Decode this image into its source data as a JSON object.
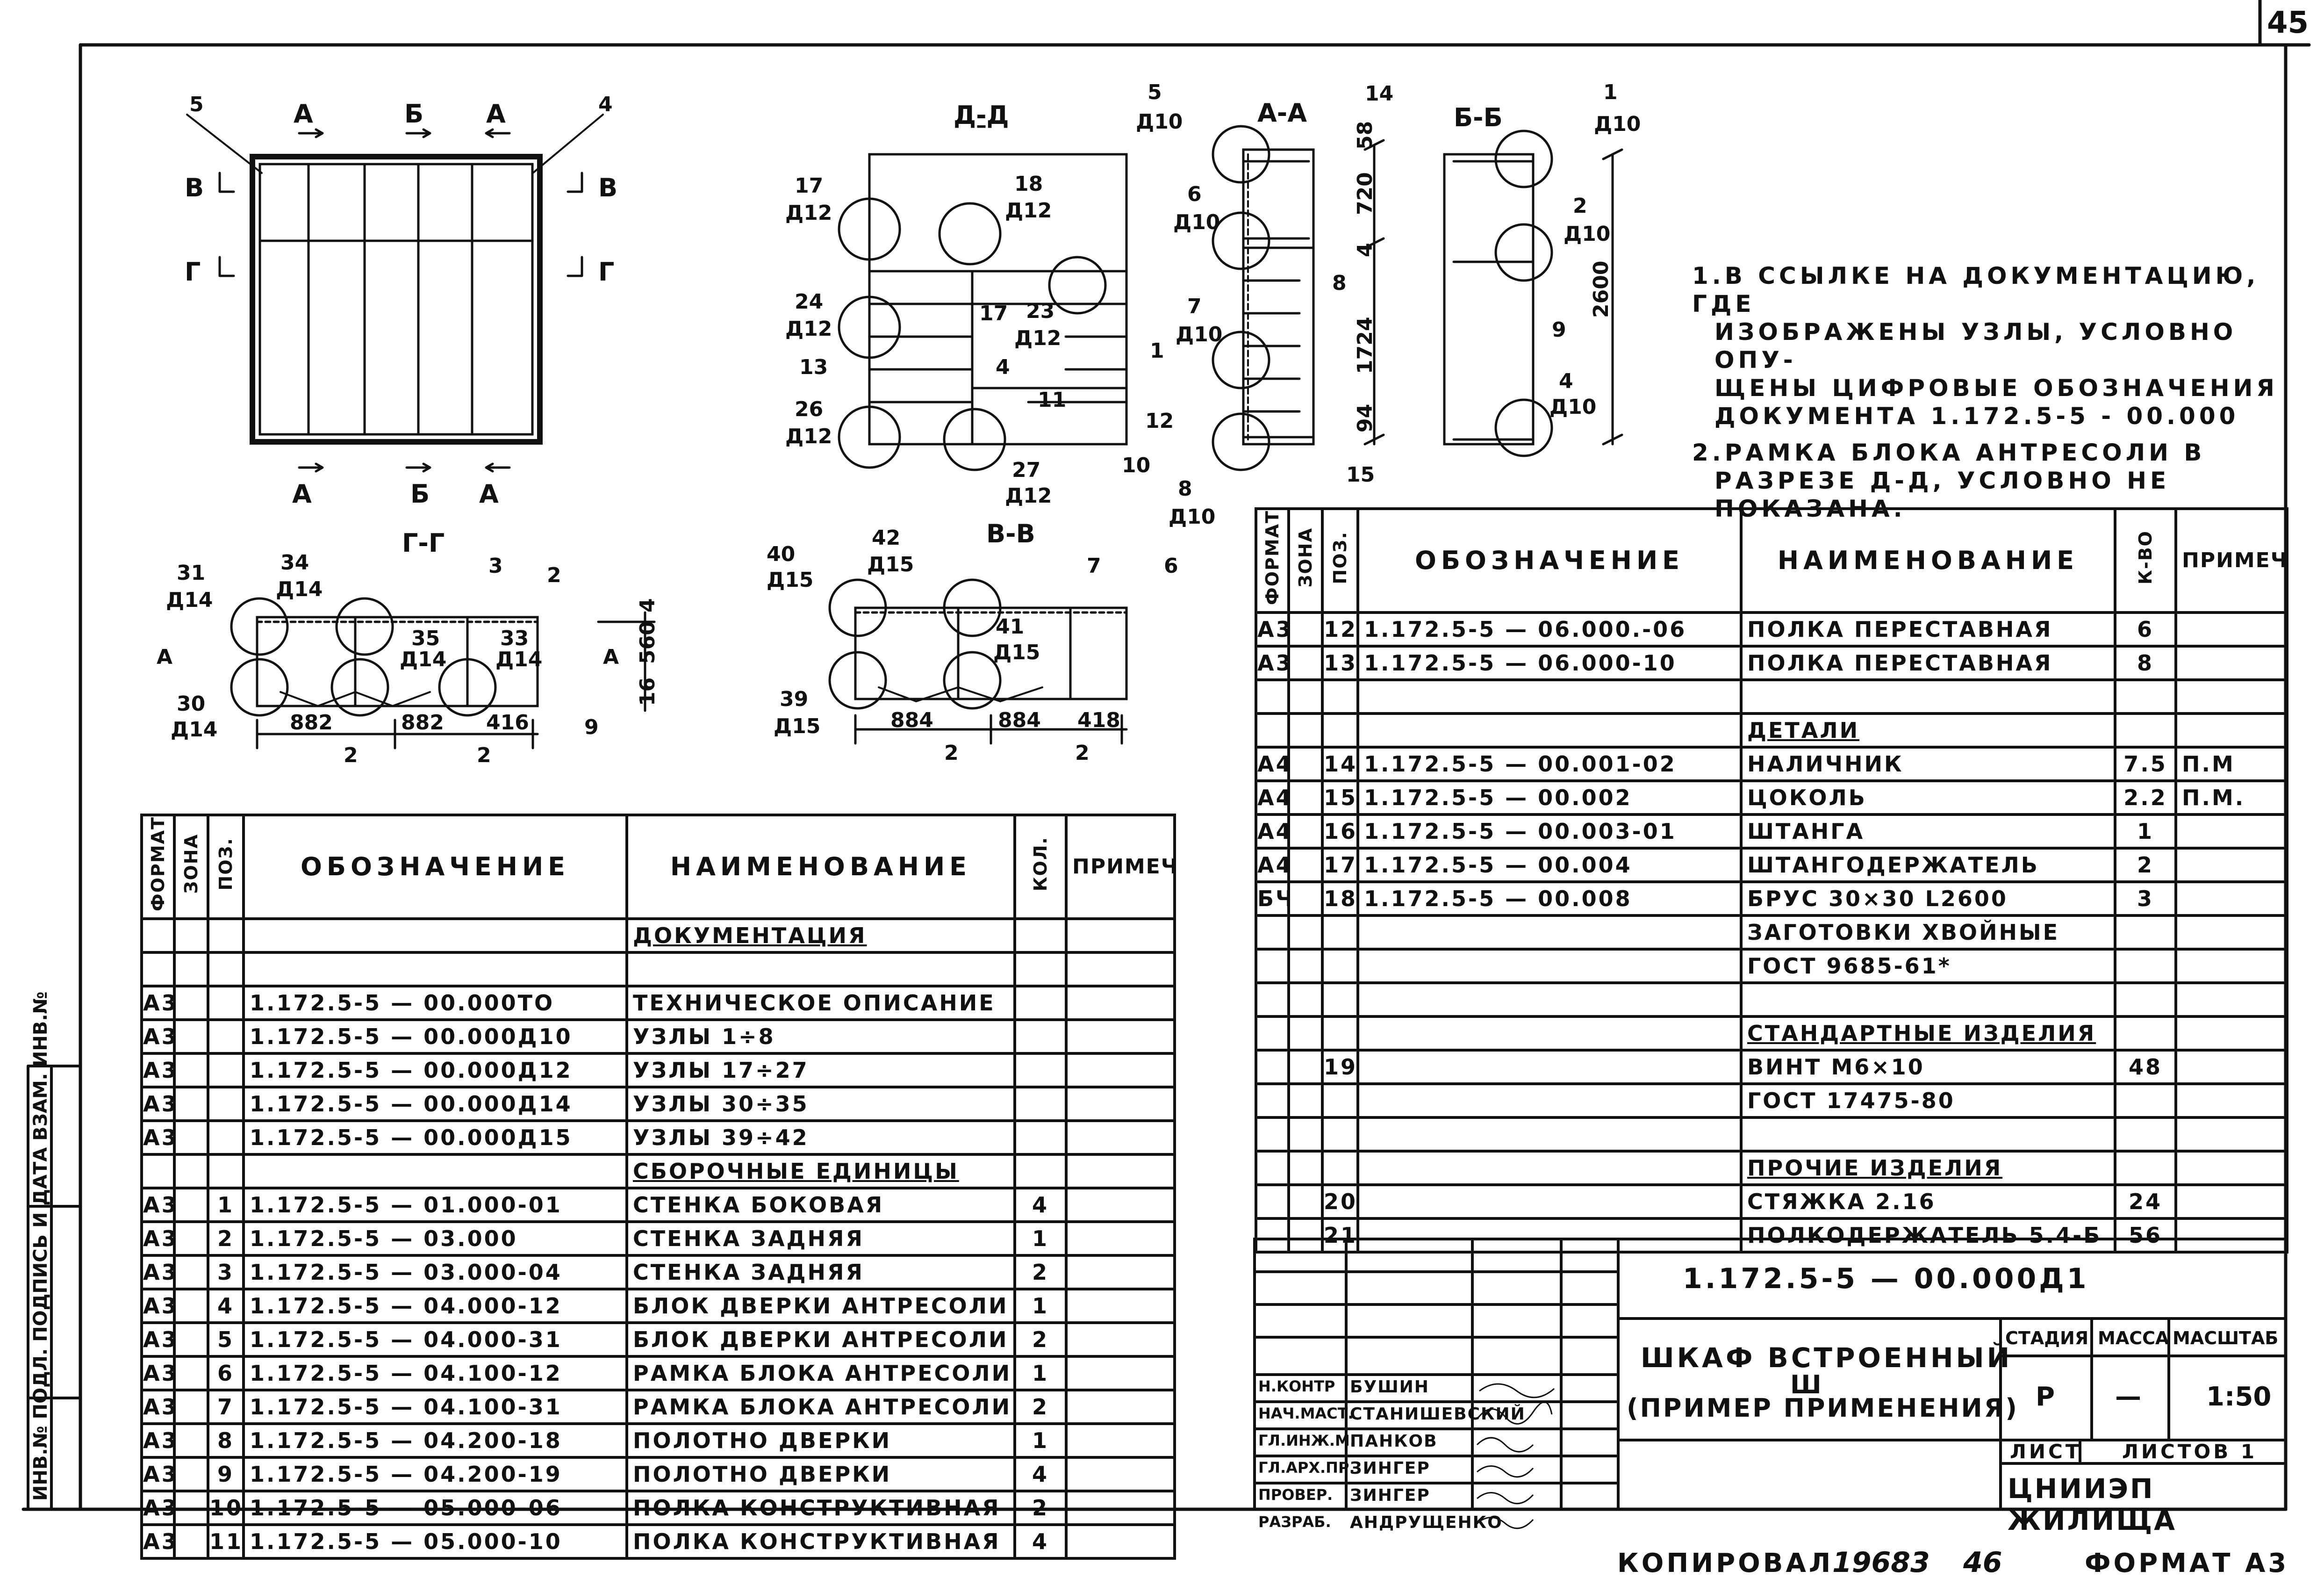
{
  "sheet_number": "45",
  "notes": [
    "1.В ССЫЛКЕ НА ДОКУМЕНТАЦИЮ, ГДЕ ИЗОБРАЖЕНЫ УЗЛЫ, УСЛОВНО ОПУЩЕНЫ ЦИФРОВЫЕ ОБОЗНАЧЕНИЯ ДОКУМЕНТА 1.172.5-5 - 00.000",
    "2.РАМКА БЛОКА АНТРЕСОЛИ В РАЗРЕЗЕ Д-Д, УСЛОВНО НЕ ПОКАЗАНА."
  ],
  "notes_lines": [
    "1.В ССЫЛКЕ НА ДОКУМЕНТАЦИЮ, ГДЕ",
    "ИЗОБРАЖЕНЫ УЗЛЫ, УСЛОВНО ОПУ-",
    "ЩЕНЫ ЦИФРОВЫЕ ОБОЗНАЧЕНИЯ",
    "ДОКУМЕНТА 1.172.5-5 - 00.000",
    "2.РАМКА БЛОКА АНТРЕСОЛИ В",
    "РАЗРЕЗЕ Д-Д, УСЛОВНО НЕ",
    "ПОКАЗАНА."
  ],
  "views": {
    "dd": "Д-Д",
    "aa": "А-А",
    "bb": "Б-Б",
    "gg": "Г-Г",
    "vv": "В-В",
    "cut_a": "А",
    "cut_b": "Б",
    "cut_v": "В",
    "cut_g": "Г"
  },
  "dimensions": {
    "gg": [
      "882",
      "882",
      "416",
      "560",
      "4",
      "16",
      "2",
      "2"
    ],
    "vv": [
      "884",
      "884",
      "418",
      "2",
      "2"
    ],
    "aa": [
      "58",
      "720",
      "4",
      "1724",
      "94"
    ],
    "bb": [
      "2600"
    ]
  },
  "callouts": {
    "dd": [
      {
        "n": "17",
        "d": "Д12"
      },
      {
        "n": "18",
        "d": "Д12"
      },
      {
        "n": "24",
        "d": "Д12"
      },
      {
        "n": "23",
        "d": "Д12"
      },
      {
        "n": "26",
        "d": "Д12"
      },
      {
        "n": "27",
        "d": "Д12"
      }
    ],
    "aa": [
      {
        "n": "5",
        "d": "Д10"
      },
      {
        "n": "6",
        "d": "Д10"
      },
      {
        "n": "7",
        "d": "Д10"
      },
      {
        "n": "8",
        "d": "Д10"
      }
    ],
    "bb": [
      {
        "n": "1",
        "d": "Д10"
      },
      {
        "n": "2",
        "d": "Д10"
      },
      {
        "n": "4",
        "d": "Д10"
      }
    ],
    "gg": [
      {
        "n": "31",
        "d": "Д14"
      },
      {
        "n": "34",
        "d": "Д14"
      },
      {
        "n": "35",
        "d": "Д14"
      },
      {
        "n": "33",
        "d": "Д14"
      },
      {
        "n": "30",
        "d": "Д14"
      }
    ],
    "vv": [
      {
        "n": "40",
        "d": "Д15"
      },
      {
        "n": "42",
        "d": "Д15"
      },
      {
        "n": "41",
        "d": "Д15"
      },
      {
        "n": "39",
        "d": "Д15"
      }
    ],
    "positions": {
      "front": [
        "5",
        "4"
      ],
      "dd": [
        "17",
        "4",
        "1",
        "13",
        "11",
        "12",
        "10"
      ],
      "aa": [
        "14",
        "8",
        "15"
      ],
      "bb": [
        "9"
      ],
      "gg": [
        "3",
        "2",
        "9"
      ],
      "vv": [
        "7",
        "6"
      ]
    }
  },
  "spec_header": {
    "format": "ФОРМАТ",
    "zone": "ЗОНА",
    "pos": "ПОЗ.",
    "designation": "ОБОЗНАЧЕНИЕ",
    "name": "НАИМЕНОВАНИЕ",
    "qty_left": "КОЛ.",
    "qty_right": "К-ВО",
    "note": "ПРИМЕЧ."
  },
  "spec_left": [
    {
      "fmt": "",
      "zone": "",
      "pos": "",
      "des": "",
      "name": "ДОКУМЕНТАЦИЯ",
      "qty": "",
      "note": "",
      "section": true
    },
    {
      "fmt": "",
      "zone": "",
      "pos": "",
      "des": "",
      "name": "",
      "qty": "",
      "note": ""
    },
    {
      "fmt": "А3",
      "zone": "",
      "pos": "",
      "des": "1.172.5-5 — 00.000ТО",
      "name": "ТЕХНИЧЕСКОЕ ОПИСАНИЕ",
      "qty": "",
      "note": ""
    },
    {
      "fmt": "А3",
      "zone": "",
      "pos": "",
      "des": "1.172.5-5 — 00.000Д10",
      "name": "УЗЛЫ 1÷8",
      "qty": "",
      "note": ""
    },
    {
      "fmt": "А3",
      "zone": "",
      "pos": "",
      "des": "1.172.5-5 — 00.000Д12",
      "name": "УЗЛЫ 17÷27",
      "qty": "",
      "note": ""
    },
    {
      "fmt": "А3",
      "zone": "",
      "pos": "",
      "des": "1.172.5-5 — 00.000Д14",
      "name": "УЗЛЫ 30÷35",
      "qty": "",
      "note": ""
    },
    {
      "fmt": "А3",
      "zone": "",
      "pos": "",
      "des": "1.172.5-5 — 00.000Д15",
      "name": "УЗЛЫ 39÷42",
      "qty": "",
      "note": ""
    },
    {
      "fmt": "",
      "zone": "",
      "pos": "",
      "des": "",
      "name": "СБОРОЧНЫЕ ЕДИНИЦЫ",
      "qty": "",
      "note": "",
      "section": true
    },
    {
      "fmt": "А3",
      "zone": "",
      "pos": "1",
      "des": "1.172.5-5 — 01.000-01",
      "name": "СТЕНКА БОКОВАЯ",
      "qty": "4",
      "note": ""
    },
    {
      "fmt": "А3",
      "zone": "",
      "pos": "2",
      "des": "1.172.5-5 — 03.000",
      "name": "СТЕНКА ЗАДНЯЯ",
      "qty": "1",
      "note": ""
    },
    {
      "fmt": "А3",
      "zone": "",
      "pos": "3",
      "des": "1.172.5-5 — 03.000-04",
      "name": "СТЕНКА ЗАДНЯЯ",
      "qty": "2",
      "note": ""
    },
    {
      "fmt": "А3",
      "zone": "",
      "pos": "4",
      "des": "1.172.5-5 — 04.000-12",
      "name": "БЛОК ДВЕРКИ АНТРЕСОЛИ",
      "qty": "1",
      "note": ""
    },
    {
      "fmt": "А3",
      "zone": "",
      "pos": "5",
      "des": "1.172.5-5 — 04.000-31",
      "name": "БЛОК ДВЕРКИ АНТРЕСОЛИ",
      "qty": "2",
      "note": ""
    },
    {
      "fmt": "А3",
      "zone": "",
      "pos": "6",
      "des": "1.172.5-5 — 04.100-12",
      "name": "РАМКА БЛОКА АНТРЕСОЛИ",
      "qty": "1",
      "note": ""
    },
    {
      "fmt": "А3",
      "zone": "",
      "pos": "7",
      "des": "1.172.5-5 — 04.100-31",
      "name": "РАМКА БЛОКА АНТРЕСОЛИ",
      "qty": "2",
      "note": ""
    },
    {
      "fmt": "А3",
      "zone": "",
      "pos": "8",
      "des": "1.172.5-5 — 04.200-18",
      "name": "ПОЛОТНО ДВЕРКИ",
      "qty": "1",
      "note": ""
    },
    {
      "fmt": "А3",
      "zone": "",
      "pos": "9",
      "des": "1.172.5-5 — 04.200-19",
      "name": "ПОЛОТНО ДВЕРКИ",
      "qty": "4",
      "note": ""
    },
    {
      "fmt": "А3",
      "zone": "",
      "pos": "10",
      "des": "1.172.5-5 — 05.000-06",
      "name": "ПОЛКА КОНСТРУКТИВНАЯ",
      "qty": "2",
      "note": ""
    },
    {
      "fmt": "А3",
      "zone": "",
      "pos": "11",
      "des": "1.172.5-5 — 05.000-10",
      "name": "ПОЛКА КОНСТРУКТИВНАЯ",
      "qty": "4",
      "note": ""
    }
  ],
  "spec_right": [
    {
      "fmt": "А3",
      "zone": "",
      "pos": "12",
      "des": "1.172.5-5 — 06.000.-06",
      "name": "ПОЛКА ПЕРЕСТАВНАЯ",
      "qty": "6",
      "note": ""
    },
    {
      "fmt": "А3",
      "zone": "",
      "pos": "13",
      "des": "1.172.5-5 — 06.000-10",
      "name": "ПОЛКА ПЕРЕСТАВНАЯ",
      "qty": "8",
      "note": ""
    },
    {
      "fmt": "",
      "zone": "",
      "pos": "",
      "des": "",
      "name": "",
      "qty": "",
      "note": ""
    },
    {
      "fmt": "",
      "zone": "",
      "pos": "",
      "des": "",
      "name": "ДЕТАЛИ",
      "qty": "",
      "note": "",
      "section": true
    },
    {
      "fmt": "А4",
      "zone": "",
      "pos": "14",
      "des": "1.172.5-5 — 00.001-02",
      "name": "НАЛИЧНИК",
      "qty": "7.5",
      "note": "П.М"
    },
    {
      "fmt": "А4",
      "zone": "",
      "pos": "15",
      "des": "1.172.5-5 — 00.002",
      "name": "ЦОКОЛЬ",
      "qty": "2.2",
      "note": "П.М."
    },
    {
      "fmt": "А4",
      "zone": "",
      "pos": "16",
      "des": "1.172.5-5 — 00.003-01",
      "name": "ШТАНГА",
      "qty": "1",
      "note": ""
    },
    {
      "fmt": "А4",
      "zone": "",
      "pos": "17",
      "des": "1.172.5-5 — 00.004",
      "name": "ШТАНГОДЕРЖАТЕЛЬ",
      "qty": "2",
      "note": ""
    },
    {
      "fmt": "БЧ",
      "zone": "",
      "pos": "18",
      "des": "1.172.5-5 — 00.008",
      "name": "БРУС 30×30 L2600",
      "qty": "3",
      "note": ""
    },
    {
      "fmt": "",
      "zone": "",
      "pos": "",
      "des": "",
      "name": "ЗАГОТОВКИ ХВОЙНЫЕ",
      "qty": "",
      "note": ""
    },
    {
      "fmt": "",
      "zone": "",
      "pos": "",
      "des": "",
      "name": "ГОСТ 9685-61*",
      "qty": "",
      "note": ""
    },
    {
      "fmt": "",
      "zone": "",
      "pos": "",
      "des": "",
      "name": "",
      "qty": "",
      "note": ""
    },
    {
      "fmt": "",
      "zone": "",
      "pos": "",
      "des": "",
      "name": "СТАНДАРТНЫЕ ИЗДЕЛИЯ",
      "qty": "",
      "note": "",
      "section": true
    },
    {
      "fmt": "",
      "zone": "",
      "pos": "19",
      "des": "",
      "name": "ВИНТ М6×10",
      "qty": "48",
      "note": ""
    },
    {
      "fmt": "",
      "zone": "",
      "pos": "",
      "des": "",
      "name": "ГОСТ 17475-80",
      "qty": "",
      "note": ""
    },
    {
      "fmt": "",
      "zone": "",
      "pos": "",
      "des": "",
      "name": "",
      "qty": "",
      "note": ""
    },
    {
      "fmt": "",
      "zone": "",
      "pos": "",
      "des": "",
      "name": "ПРОЧИЕ ИЗДЕЛИЯ",
      "qty": "",
      "note": "",
      "section": true
    },
    {
      "fmt": "",
      "zone": "",
      "pos": "20",
      "des": "",
      "name": "СТЯЖКА 2.16",
      "qty": "24",
      "note": ""
    },
    {
      "fmt": "",
      "zone": "",
      "pos": "21",
      "des": "",
      "name": "ПОЛКОДЕРЖАТЕЛЬ 5.4-Б",
      "qty": "56",
      "note": ""
    }
  ],
  "title_block": {
    "code": "1.172.5-5 — 00.000Д1",
    "title_lines": [
      "ШКАФ ВСТРОЕННЫЙ",
      "Ш",
      "(ПРИМЕР ПРИМЕНЕНИЯ)"
    ],
    "stage_label": "СТАДИЯ",
    "mass_label": "МАССА",
    "scale_label": "МАСШТАБ",
    "stage": "Р",
    "mass": "—",
    "scale": "1:50",
    "sheet_label": "ЛИСТ",
    "sheets_label": "ЛИСТОВ 1",
    "org": "ЦНИИЭП ЖИЛИЩА",
    "signers": [
      {
        "role": "Н.КОНТР",
        "name": "БУШИН"
      },
      {
        "role": "НАЧ.МАСТ.",
        "name": "СТАНИШЕВСКИЙ"
      },
      {
        "role": "ГЛ.ИНЖ.М.",
        "name": "ПАНКОВ"
      },
      {
        "role": "ГЛ.АРХ.ПР.",
        "name": "ЗИНГЕР"
      },
      {
        "role": "ПРОВЕР.",
        "name": "ЗИНГЕР"
      },
      {
        "role": "РАЗРАБ.",
        "name": "АНДРУЩЕНКО"
      }
    ]
  },
  "footer": {
    "copied_label": "КОПИРОВАЛ",
    "copy_no": "19683",
    "page": "46",
    "format_label": "ФОРМАТ А3"
  },
  "margin_stamp": "ИНВ.№ ПОДЛ. ПОДПИСЬ И ДАТА ВЗАМ. ИНВ.№"
}
